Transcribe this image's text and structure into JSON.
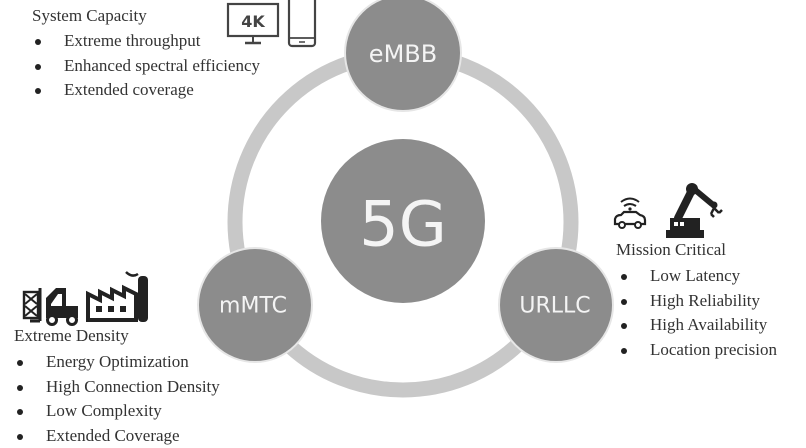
{
  "diagram": {
    "center": {
      "label": "5G"
    },
    "nodes": [
      {
        "id": "embb",
        "label": "eMBB"
      },
      {
        "id": "mmtc",
        "label": "mMTC"
      },
      {
        "id": "urllc",
        "label": "URLLC"
      }
    ],
    "colors": {
      "ring": "#c8c8c8",
      "node_fill": "#8c8c8c",
      "center_fill": "#8c8c8c",
      "label_text": "#f4f4f4",
      "icon": "#2b2b2b"
    }
  },
  "embb_panel": {
    "heading": "System Capacity",
    "items": [
      "Extreme throughput",
      "Enhanced spectral efficiency",
      "Extended coverage"
    ],
    "icons": [
      {
        "name": "4k-monitor-icon",
        "text": "4K"
      },
      {
        "name": "smartphone-icon"
      }
    ]
  },
  "urllc_panel": {
    "heading": "Mission Critical",
    "items": [
      "Low Latency",
      "High Reliability",
      "High Availability",
      "Location precision"
    ],
    "icons": [
      {
        "name": "connected-car-icon"
      },
      {
        "name": "robotic-arm-icon"
      }
    ]
  },
  "mmtc_panel": {
    "heading": "Extreme Density",
    "items": [
      "Energy Optimization",
      "High Connection Density",
      "Low Complexity",
      "Extended Coverage"
    ],
    "icons": [
      {
        "name": "forklift-icon"
      },
      {
        "name": "factory-icon"
      }
    ]
  }
}
